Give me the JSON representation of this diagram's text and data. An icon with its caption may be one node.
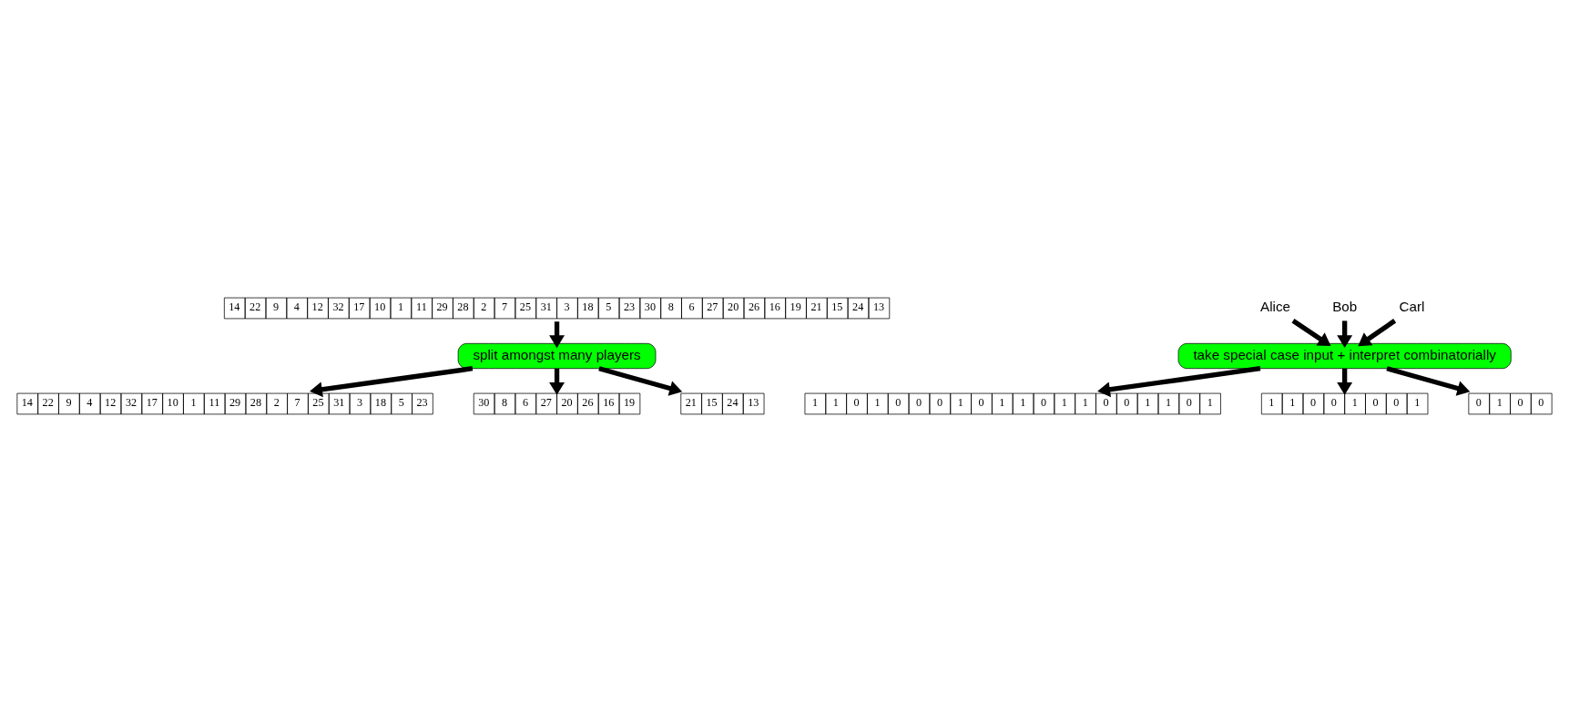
{
  "diagram": {
    "nodes": [
      {
        "text": [
          "14",
          "22",
          "9",
          "4",
          "12",
          "32",
          "17",
          "10",
          "1",
          "11",
          "29",
          "28",
          "2",
          "7",
          "25",
          "31",
          "3",
          "18",
          "5",
          "23",
          "30",
          "8",
          "6",
          "27",
          "20",
          "26",
          "16",
          "19",
          "21",
          "15",
          "24",
          "13"
        ]
      },
      {
        "text": [
          "split amongst many players"
        ]
      },
      {
        "text": [
          "14",
          "22",
          "9",
          "4",
          "12",
          "32",
          "17",
          "10",
          "1",
          "11",
          "29",
          "28",
          "2",
          "7",
          "25",
          "31",
          "3",
          "18",
          "5",
          "23"
        ]
      },
      {
        "text": [
          "30",
          "8",
          "6",
          "27",
          "20",
          "26",
          "16",
          "19"
        ]
      },
      {
        "text": [
          "21",
          "15",
          "24",
          "13"
        ]
      },
      {
        "text": [
          "Alice"
        ]
      },
      {
        "text": [
          "Bob"
        ]
      },
      {
        "text": [
          "Carl"
        ]
      },
      {
        "text": [
          "take special case input + interpret combinatorially"
        ]
      },
      {
        "text": [
          "1",
          "1",
          "0",
          "1",
          "0",
          "0",
          "0",
          "1",
          "0",
          "1",
          "1",
          "0",
          "1",
          "1",
          "0",
          "0",
          "1",
          "1",
          "0",
          "1"
        ]
      },
      {
        "text": [
          "1",
          "1",
          "0",
          "0",
          "1",
          "0",
          "0",
          "1"
        ]
      },
      {
        "text": [
          "0",
          "1",
          "0",
          "0"
        ]
      }
    ],
    "edges": [
      {
        "from": 0,
        "to": 1,
        "arrow": "to"
      },
      {
        "from": 1,
        "to": 2,
        "arrow": "to"
      },
      {
        "from": 1,
        "to": 3,
        "arrow": "to"
      },
      {
        "from": 1,
        "to": 4,
        "arrow": "to"
      },
      {
        "from": 5,
        "to": 8,
        "arrow": "to"
      },
      {
        "from": 6,
        "to": 8,
        "arrow": "to"
      },
      {
        "from": 7,
        "to": 8,
        "arrow": "to"
      },
      {
        "from": 8,
        "to": 9,
        "arrow": "to"
      },
      {
        "from": 8,
        "to": 10,
        "arrow": "to"
      },
      {
        "from": 8,
        "to": 11,
        "arrow": "to"
      }
    ]
  }
}
